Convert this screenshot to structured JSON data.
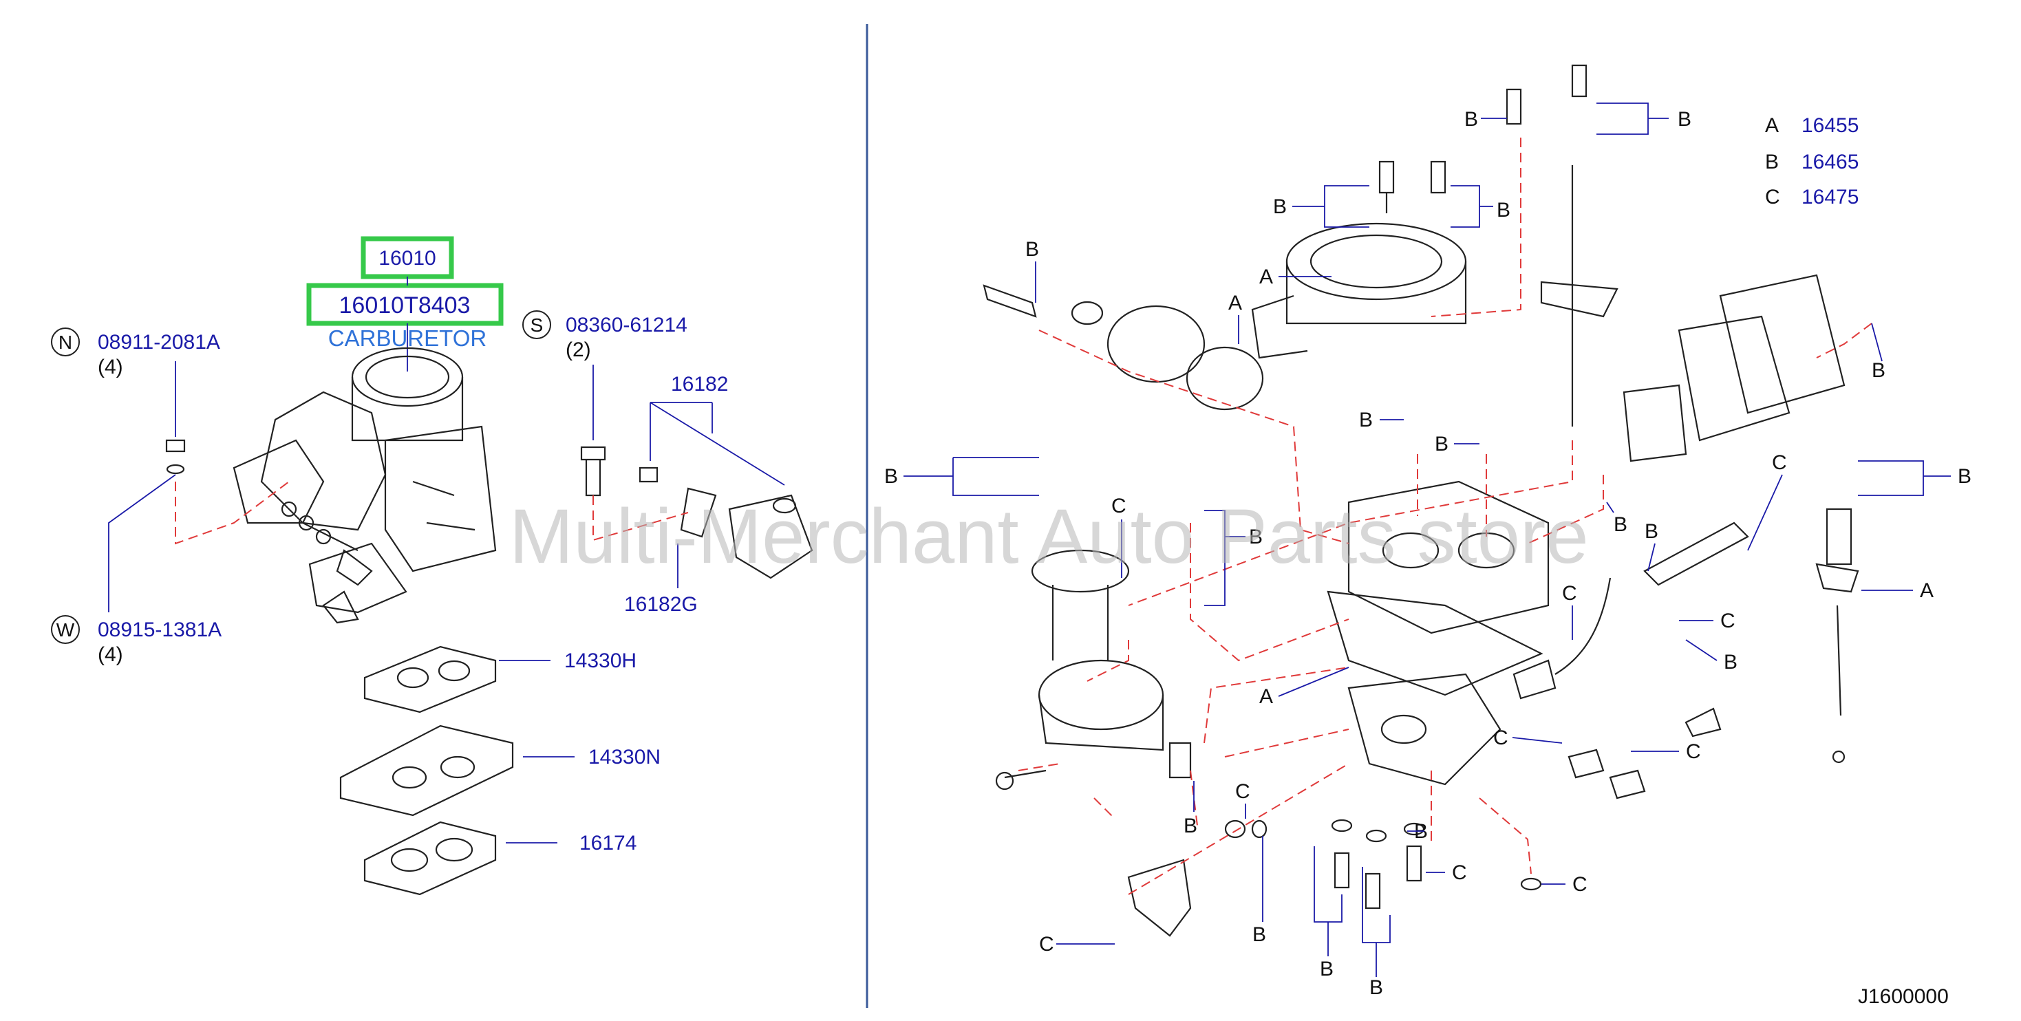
{
  "left_panel": {
    "highlight_top": "16010",
    "highlight_bottom": "16010T8403",
    "carburetor_label": "CARBURETOR",
    "nut": {
      "symbol": "N",
      "part": "08911-2081A",
      "qty": "(4)"
    },
    "washer": {
      "symbol": "W",
      "part": "08915-1381A",
      "qty": "(4)"
    },
    "screw": {
      "symbol": "S",
      "part": "08360-61214",
      "qty": "(2)"
    },
    "parts": [
      "16182",
      "16182G",
      "14330H",
      "14330N",
      "16174"
    ]
  },
  "legend": [
    {
      "key": "A",
      "part": "16455"
    },
    {
      "key": "B",
      "part": "16465"
    },
    {
      "key": "C",
      "part": "16475"
    }
  ],
  "watermark": "Multi-Merchant Auto Parts store",
  "diagram_code": "J1600000",
  "letters": {
    "A": "A",
    "B": "B",
    "C": "C"
  },
  "colors": {
    "part_number": "#1a1aa8",
    "highlight": "#36c94a",
    "guide_line": "#e03a3a",
    "divider": "#3a5a9a"
  }
}
